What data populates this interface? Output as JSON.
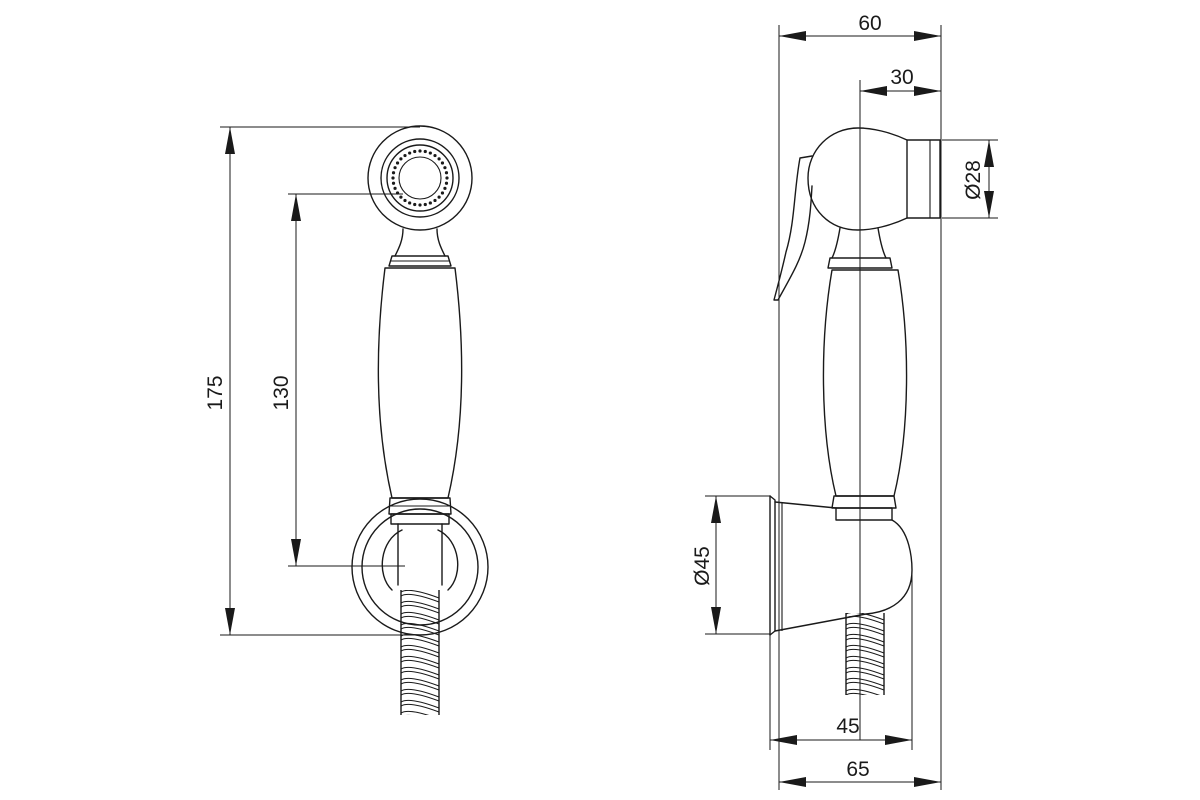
{
  "dimensions": {
    "front_total_height": "175",
    "front_spacing": "130",
    "side_total_width": "60",
    "side_offset": "30",
    "nozzle_diameter": "Ø28",
    "holder_diameter": "Ø45",
    "holder_depth": "45",
    "overall_depth": "65"
  },
  "colors": {
    "line": "#1a1a1a",
    "background": "#ffffff"
  }
}
